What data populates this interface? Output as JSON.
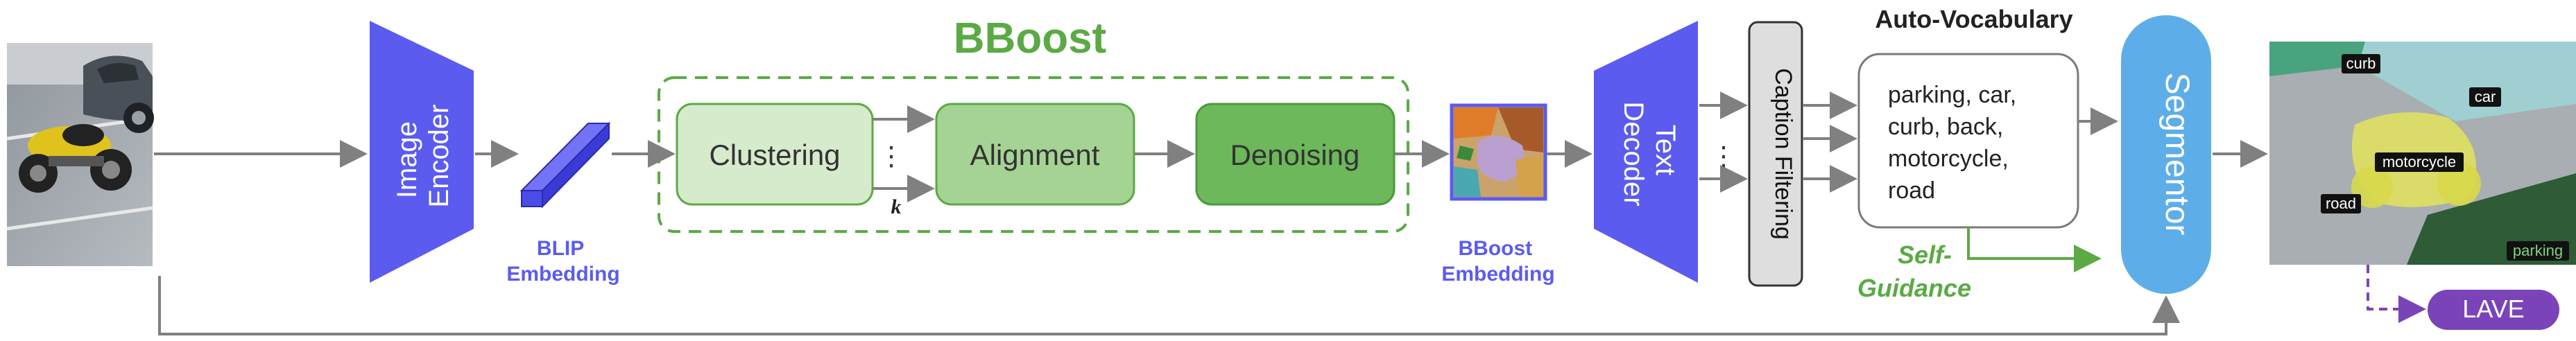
{
  "title": "BBoost",
  "image_encoder": {
    "line1": "Image",
    "line2": "Encoder"
  },
  "blip_embedding": {
    "line1": "BLIP",
    "line2": "Embedding"
  },
  "bboost_block": {
    "clustering": "Clustering",
    "alignment": "Alignment",
    "denoising": "Denoising",
    "dots": "⋮",
    "k": "k"
  },
  "bboost_embedding": {
    "line1": "BBoost",
    "line2": "Embedding"
  },
  "text_decoder": {
    "line1": "Text",
    "line2": "Decoder"
  },
  "caption_filtering": "Caption Filtering",
  "auto_vocabulary": {
    "heading": "Auto-Vocabulary",
    "lines": [
      "parking, car,",
      "curb, back,",
      "motorcycle,",
      "road"
    ]
  },
  "self_guidance": {
    "line1": "Self-",
    "line2": "Guidance"
  },
  "segmentor": "Segmentor",
  "output_tags": {
    "curb": "curb",
    "car": "car",
    "motorcycle": "motorcycle",
    "road": "road",
    "parking": "parking"
  },
  "lave": "LAVE",
  "colors": {
    "encoder_blue": "#5B5BF0",
    "bboost_green": "#5BAA45",
    "segmentor_blue": "#5DAEE8",
    "lave_purple": "#7A44B8",
    "arrow_gray": "#808080"
  }
}
